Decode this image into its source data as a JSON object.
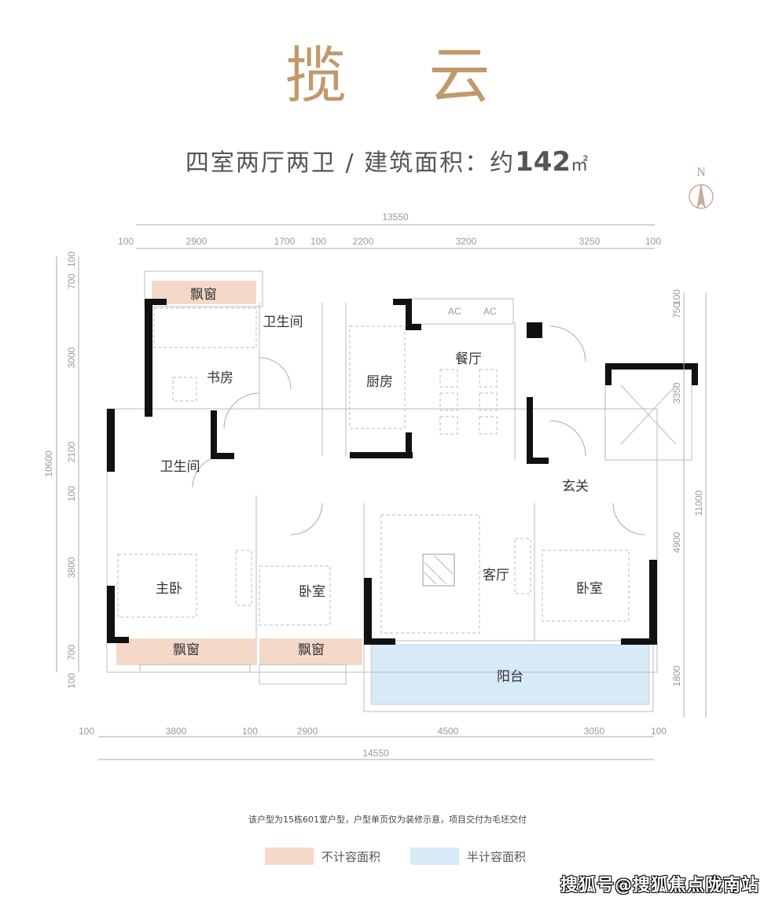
{
  "header": {
    "title": "揽 云",
    "layout": "四室两厅两卫",
    "separator": "/",
    "area_label": "建筑面积：约",
    "area_value": "142",
    "area_unit": "㎡"
  },
  "compass": {
    "label": "N",
    "color": "#b8998a"
  },
  "rooms": {
    "bay_window_top": "飘窗",
    "study": "书房",
    "bathroom_1": "卫生间",
    "bathroom_2": "卫生间",
    "kitchen": "厨房",
    "dining": "餐厅",
    "entrance": "玄关",
    "master_bedroom": "主卧",
    "bedroom_1": "卧室",
    "bedroom_2": "卧室",
    "living": "客厅",
    "balcony": "阳台",
    "bay_window_bottom_1": "飘窗",
    "bay_window_bottom_2": "飘窗",
    "ac_1": "AC",
    "ac_2": "AC"
  },
  "dimensions": {
    "top_total": "13550",
    "top": [
      "100",
      "2900",
      "1700",
      "100",
      "2200",
      "3200",
      "3250",
      "100"
    ],
    "bottom_total": "14550",
    "bottom": [
      "100",
      "3800",
      "100",
      "2900",
      "4500",
      "3050",
      "100"
    ],
    "left_total": "10600",
    "left": [
      "100",
      "700",
      "3000",
      "2100",
      "100",
      "3800",
      "700",
      "100"
    ],
    "right_total": "11000",
    "right": [
      "100",
      "750",
      "3350",
      "4900",
      "1800"
    ]
  },
  "note": "该户型为15栋601室户型，户型单页仅为装修示意，项目交付为毛坯交付",
  "legend": [
    {
      "label": "不计容面积",
      "color": "#f5d9c8"
    },
    {
      "label": "半计容面积",
      "color": "#d6eaf8"
    }
  ],
  "watermark": "搜狐号@搜狐焦点陇南站",
  "colors": {
    "title": "#c19a6b",
    "wall": "#111111",
    "bay": "#f5d9c8",
    "balcony": "#d6eaf8"
  }
}
